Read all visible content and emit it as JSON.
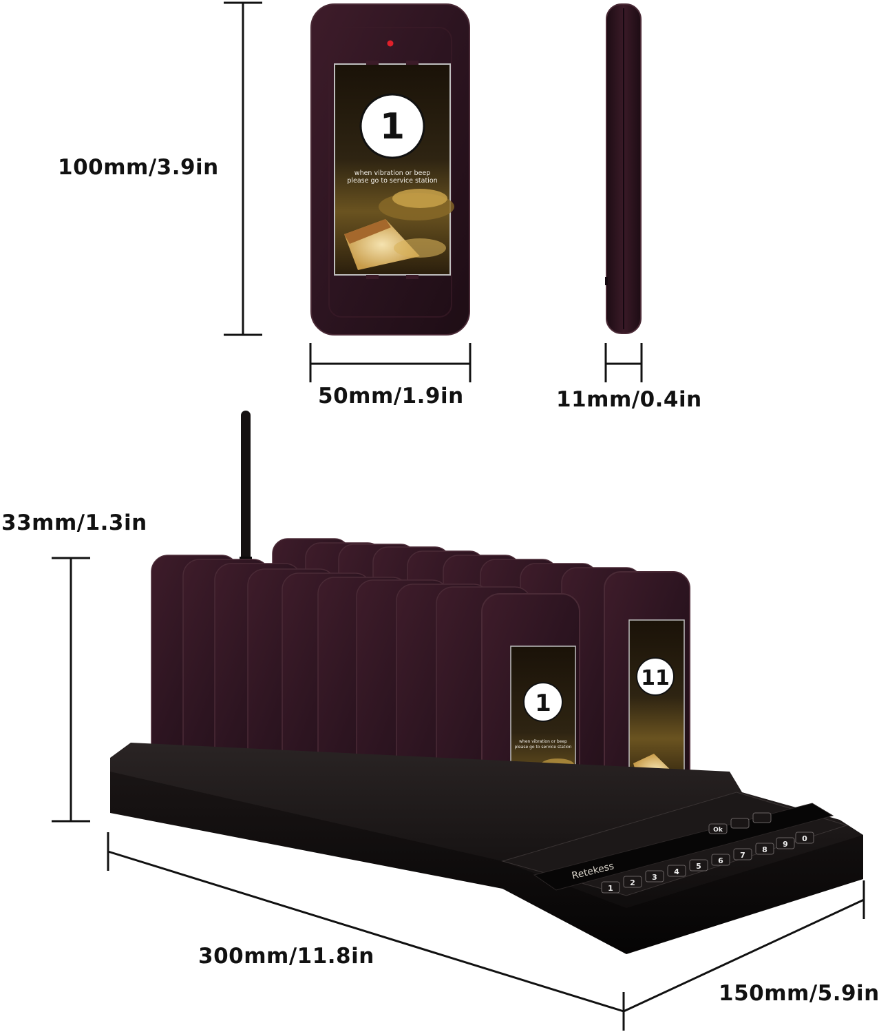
{
  "dimensions": {
    "pager_height": "100mm/3.9in",
    "pager_width": "50mm/1.9in",
    "pager_thickness": "11mm/0.4in",
    "base_height": "33mm/1.3in",
    "base_length": "300mm/11.8in",
    "base_depth": "150mm/5.9in"
  },
  "pager_front": {
    "number": "1",
    "message_line1": "when vibration or beep",
    "message_line2": "please go to service station"
  },
  "charging_base": {
    "front_pager_number": "1",
    "right_pager_number": "11",
    "brand": "Retekess",
    "front_message_line1": "when vibration or beep",
    "front_message_line2": "please go to service station",
    "keypad_row_front": [
      "1",
      "2",
      "3",
      "4",
      "5",
      "6",
      "7",
      "8",
      "9",
      "0"
    ],
    "keypad_row_back": [
      "Ok",
      "",
      "",
      "",
      "",
      "",
      "",
      "",
      "",
      ""
    ]
  },
  "colors": {
    "pager_body": "#2c1420",
    "pager_edge": "#4a2a36",
    "base_body": "#0d0a0a",
    "dimension_line": "#111111"
  }
}
